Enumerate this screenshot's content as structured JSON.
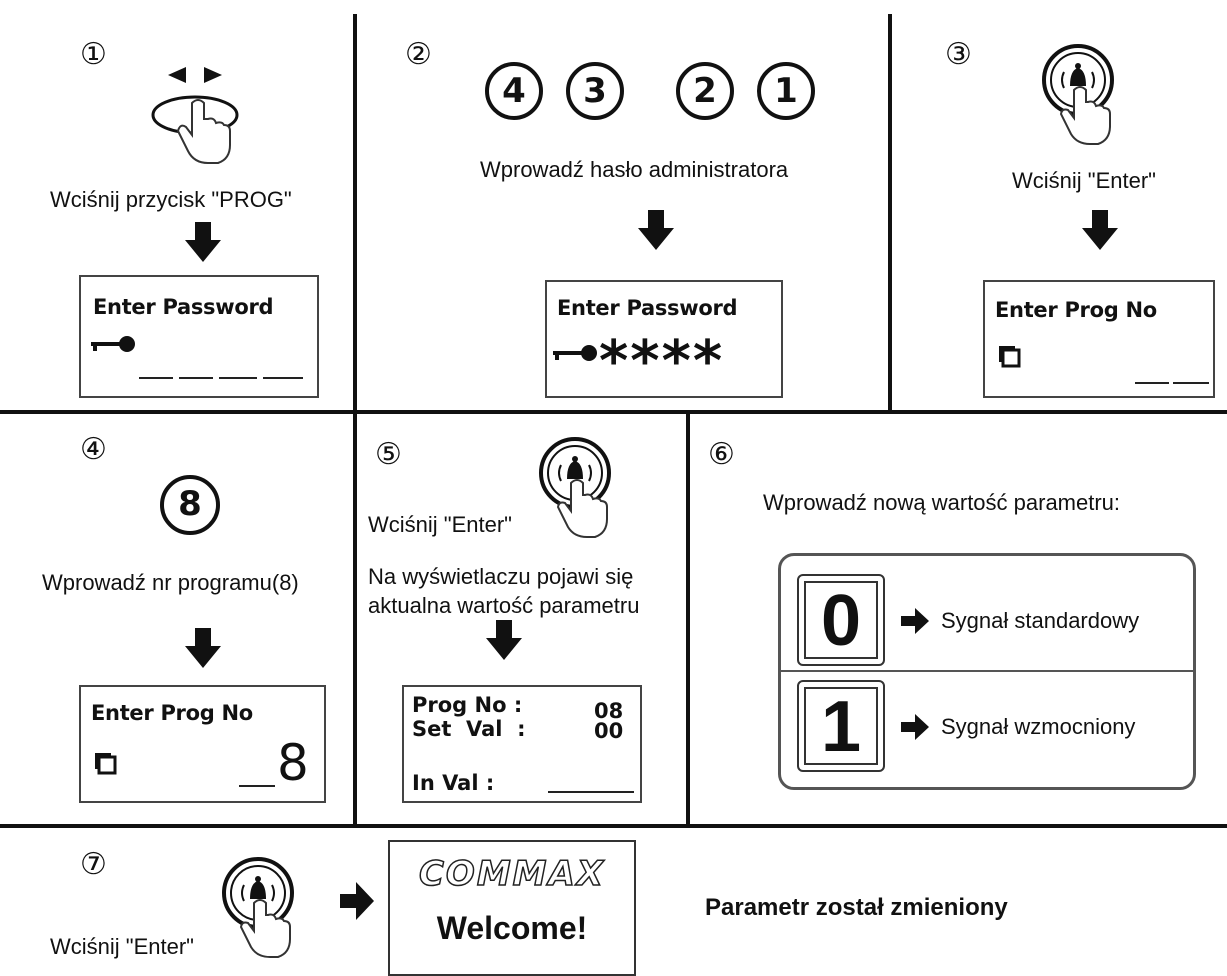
{
  "steps": {
    "s1": {
      "number": "①",
      "caption": "Wciśnij przycisk \"PROG\"",
      "lcd_title": "Enter Password"
    },
    "s2": {
      "number": "②",
      "digits": [
        "4",
        "3",
        "2",
        "1"
      ],
      "caption": "Wprowadź hasło administratora",
      "lcd_title": "Enter Password",
      "mask": "****"
    },
    "s3": {
      "number": "③",
      "caption": "Wciśnij \"Enter\"",
      "lcd_title": "Enter Prog  No"
    },
    "s4": {
      "number": "④",
      "digit": "8",
      "caption": "Wprowadź nr programu(8)",
      "lcd_title": "Enter Prog  No",
      "lcd_value": "8"
    },
    "s5": {
      "number": "⑤",
      "caption": "Wciśnij \"Enter\"",
      "caption2_line1": "Na wyświetlaczu pojawi się",
      "caption2_line2": "aktualna wartość parametru",
      "lcd_row1_label": "Prog No :",
      "lcd_row1_value": "08",
      "lcd_row2_label": "Set  Val  :",
      "lcd_row2_value": "00",
      "lcd_row3_label": "In Val :"
    },
    "s6": {
      "number": "⑥",
      "caption": "Wprowadź nową wartość parametru:",
      "options": [
        {
          "key": "0",
          "label": "Sygnał standardowy"
        },
        {
          "key": "1",
          "label": "Sygnał wzmocniony"
        }
      ]
    },
    "s7": {
      "number": "⑦",
      "caption": "Wciśnij \"Enter\"",
      "brand": "COMMAX",
      "welcome": "Welcome!",
      "result": "Parametr został zmieniony"
    }
  },
  "icons": [
    "arrow-left-right-icon",
    "hand-press-icon",
    "bell-button-icon",
    "key-icon",
    "copy-icon",
    "arrow-down-icon",
    "arrow-right-icon"
  ]
}
